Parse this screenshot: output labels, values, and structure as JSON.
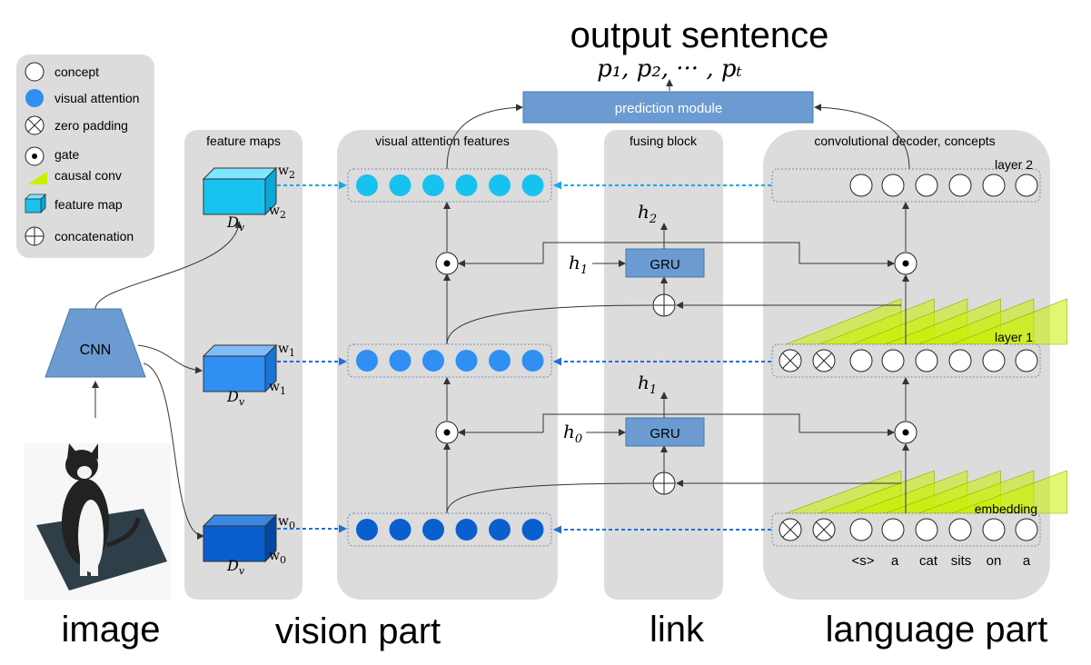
{
  "title": "output sentence",
  "output_formula": "p₁, p₂, ··· , pₜ",
  "prediction_module": "prediction module",
  "legend": [
    {
      "label": "concept",
      "icon": "open-circle-icon"
    },
    {
      "label": "visual attention",
      "icon": "blue-circle-icon"
    },
    {
      "label": "zero padding",
      "icon": "crossed-circle-icon"
    },
    {
      "label": "gate",
      "icon": "dot-circle-icon"
    },
    {
      "label": "causal conv",
      "icon": "green-triangle-icon"
    },
    {
      "label": "feature map",
      "icon": "cube-icon"
    },
    {
      "label": "concatenation",
      "icon": "plus-circle-icon"
    }
  ],
  "panels": {
    "feature_maps": "feature maps",
    "visual_attention": "visual attention features",
    "fusing_block": "fusing block",
    "decoder": "convolutional decoder, concepts"
  },
  "cnn_label": "CNN",
  "cube_labels": {
    "dv": "D",
    "dv_sub": "v",
    "w2": "w",
    "w2_sub": "2",
    "w1": "w",
    "w1_sub": "1",
    "w0": "w",
    "w0_sub": "0"
  },
  "gru_label": "GRU",
  "hidden": {
    "h0": "h",
    "h0_sub": "0",
    "h1": "h",
    "h1_sub": "1",
    "h2": "h",
    "h2_sub": "2"
  },
  "layer_labels": {
    "layer2": "layer 2",
    "layer1": "layer 1",
    "embedding": "embedding"
  },
  "words": [
    "<s>",
    "a",
    "cat",
    "sits",
    "on",
    "a"
  ],
  "bottom_labels": {
    "image": "image",
    "vision": "vision part",
    "link": "link",
    "language": "language part"
  },
  "colors": {
    "panel": "#dcdcdc",
    "box": "#6b9bd1",
    "attn2": "#17c2f0",
    "attn1": "#2f8ff2",
    "attn0": "#0a5fcf",
    "causal": "#c8f000",
    "link_arrow": "#1aa7ea"
  }
}
